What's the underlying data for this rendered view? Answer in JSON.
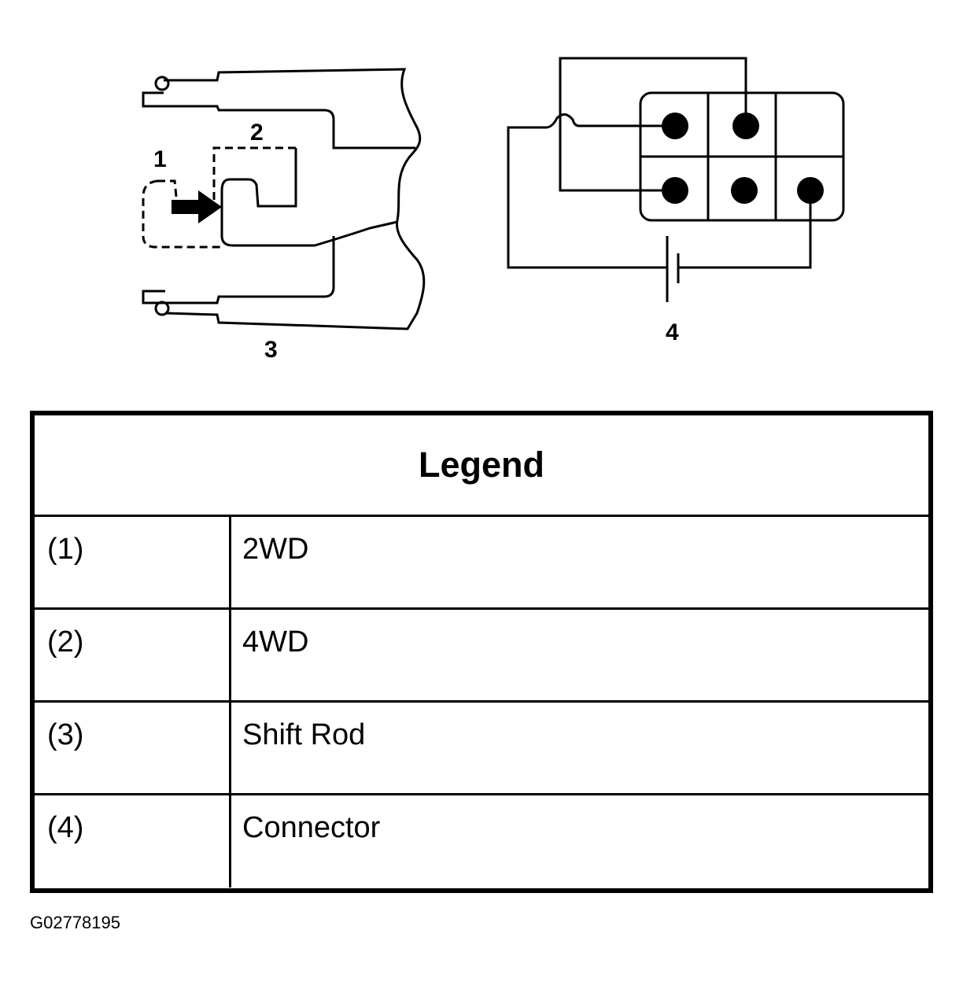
{
  "callouts": {
    "c1": "1",
    "c2": "2",
    "c3": "3",
    "c4": "4"
  },
  "legend": {
    "title": "Legend",
    "rows": [
      {
        "num": "(1)",
        "desc": "2WD"
      },
      {
        "num": "(2)",
        "desc": "4WD"
      },
      {
        "num": "(3)",
        "desc": "Shift Rod"
      },
      {
        "num": "(4)",
        "desc": "Connector"
      }
    ]
  },
  "figure_id": "G02778195"
}
